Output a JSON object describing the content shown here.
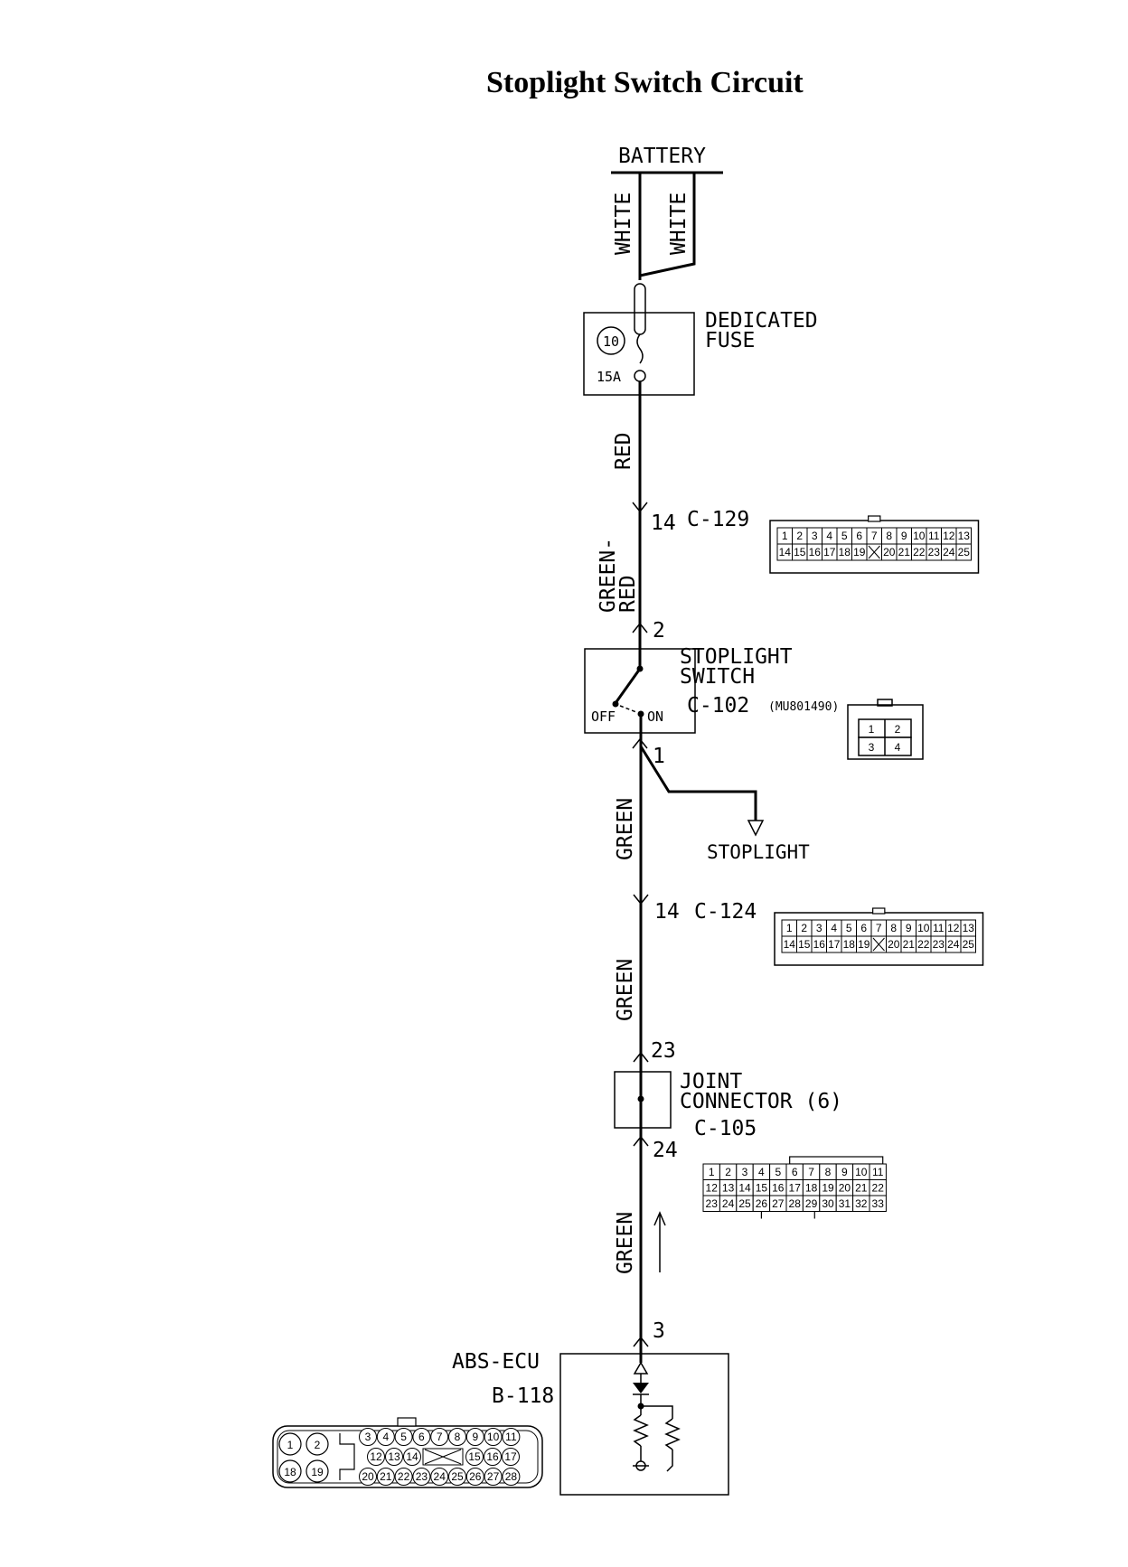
{
  "title": "Stoplight Switch Circuit",
  "battery": {
    "label": "BATTERY",
    "wire_left": "WHITE",
    "wire_right": "WHITE"
  },
  "fuse": {
    "label_line1": "DEDICATED",
    "label_line2": "FUSE",
    "number": "10",
    "rating": "15A",
    "wire_below": "RED"
  },
  "c129": {
    "pin": "14",
    "id": "C-129",
    "wire_below_line1": "GREEN-",
    "wire_below_line2": "RED",
    "row1": [
      "1",
      "2",
      "3",
      "4",
      "5",
      "6",
      "7",
      "8",
      "9",
      "10",
      "11",
      "12",
      "13"
    ],
    "row2": [
      "14",
      "15",
      "16",
      "17",
      "18",
      "19",
      "",
      "20",
      "21",
      "22",
      "23",
      "24",
      "25"
    ]
  },
  "stoplight_switch": {
    "pin_top": "2",
    "label_line1": "STOPLIGHT",
    "label_line2": "SWITCH",
    "id": "C-102",
    "part": "(MU801490)",
    "off": "OFF",
    "on": "ON",
    "pin_bottom": "1",
    "conn_row1": [
      "1",
      "2"
    ],
    "conn_row2": [
      "3",
      "4"
    ]
  },
  "stoplight_branch": {
    "label": "STOPLIGHT",
    "wire": "GREEN"
  },
  "c124": {
    "pin": "14",
    "id": "C-124",
    "wire_below": "GREEN",
    "row1": [
      "1",
      "2",
      "3",
      "4",
      "5",
      "6",
      "7",
      "8",
      "9",
      "10",
      "11",
      "12",
      "13"
    ],
    "row2": [
      "14",
      "15",
      "16",
      "17",
      "18",
      "19",
      "",
      "20",
      "21",
      "22",
      "23",
      "24",
      "25"
    ]
  },
  "joint": {
    "pin_top": "23",
    "label_line1": "JOINT",
    "label_line2": "CONNECTOR (6)",
    "id": "C-105",
    "pin_bottom": "24",
    "row1": [
      "1",
      "2",
      "3",
      "4",
      "5",
      "6",
      "7",
      "8",
      "9",
      "10",
      "11"
    ],
    "row2": [
      "12",
      "13",
      "14",
      "15",
      "16",
      "17",
      "18",
      "19",
      "20",
      "21",
      "22"
    ],
    "row3": [
      "23",
      "24",
      "25",
      "26",
      "27",
      "28",
      "29",
      "30",
      "31",
      "32",
      "33"
    ],
    "wire_below": "GREEN"
  },
  "abs_ecu": {
    "pin": "3",
    "label": "ABS-ECU",
    "id": "B-118",
    "row1": [
      "1",
      "2",
      "3",
      "4",
      "5",
      "6",
      "7",
      "8",
      "9",
      "10",
      "11"
    ],
    "row2": [
      "12",
      "13",
      "14",
      "15",
      "16",
      "17"
    ],
    "row3": [
      "18",
      "19",
      "20",
      "21",
      "22",
      "23",
      "24",
      "25",
      "26",
      "27",
      "28"
    ]
  }
}
